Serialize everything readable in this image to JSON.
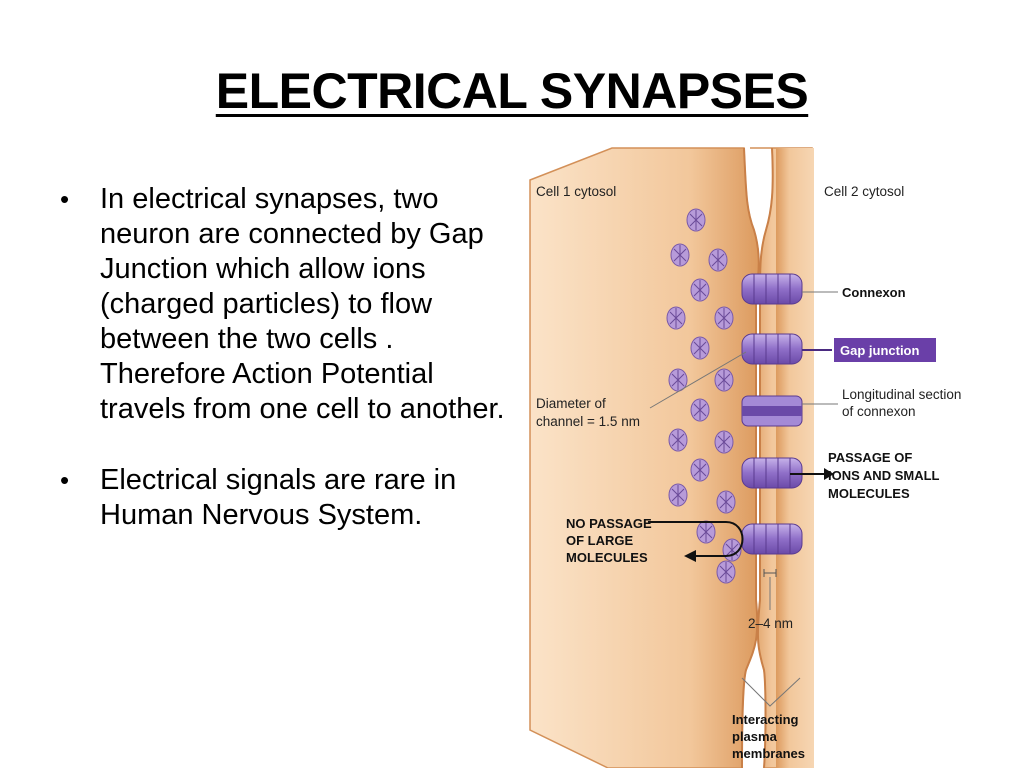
{
  "slide": {
    "title": "ELECTRICAL SYNAPSES",
    "bullets": [
      "In electrical synapses, two neuron are connected by Gap Junction which allow ions  (charged particles) to flow between the two cells . Therefore Action Potential travels from one cell to another.",
      "Electrical signals are rare in Human Nervous System."
    ]
  },
  "figure": {
    "labels": {
      "cell1": "Cell 1 cytosol",
      "cell2": "Cell 2 cytosol",
      "connexon": "Connexon",
      "gap_junction": "Gap junction",
      "longitudinal_1": "Longitudinal section",
      "longitudinal_2": "of connexon",
      "diameter_1": "Diameter of",
      "diameter_2": "channel = 1.5 nm",
      "passage_1": "PASSAGE OF",
      "passage_2": "IONS AND SMALL",
      "passage_3": "MOLECULES",
      "no_passage_1": "NO PASSAGE",
      "no_passage_2": "OF LARGE",
      "no_passage_3": "MOLECULES",
      "gap_width": "2–4 nm",
      "membranes_1": "Interacting",
      "membranes_2": "plasma",
      "membranes_3": "membranes"
    },
    "colors": {
      "cytosol": "#f2c79b",
      "membrane_edge": "#d9955a",
      "connexon": "#9c7fd0",
      "gap_junction_tag": "#6a3fa8"
    }
  }
}
